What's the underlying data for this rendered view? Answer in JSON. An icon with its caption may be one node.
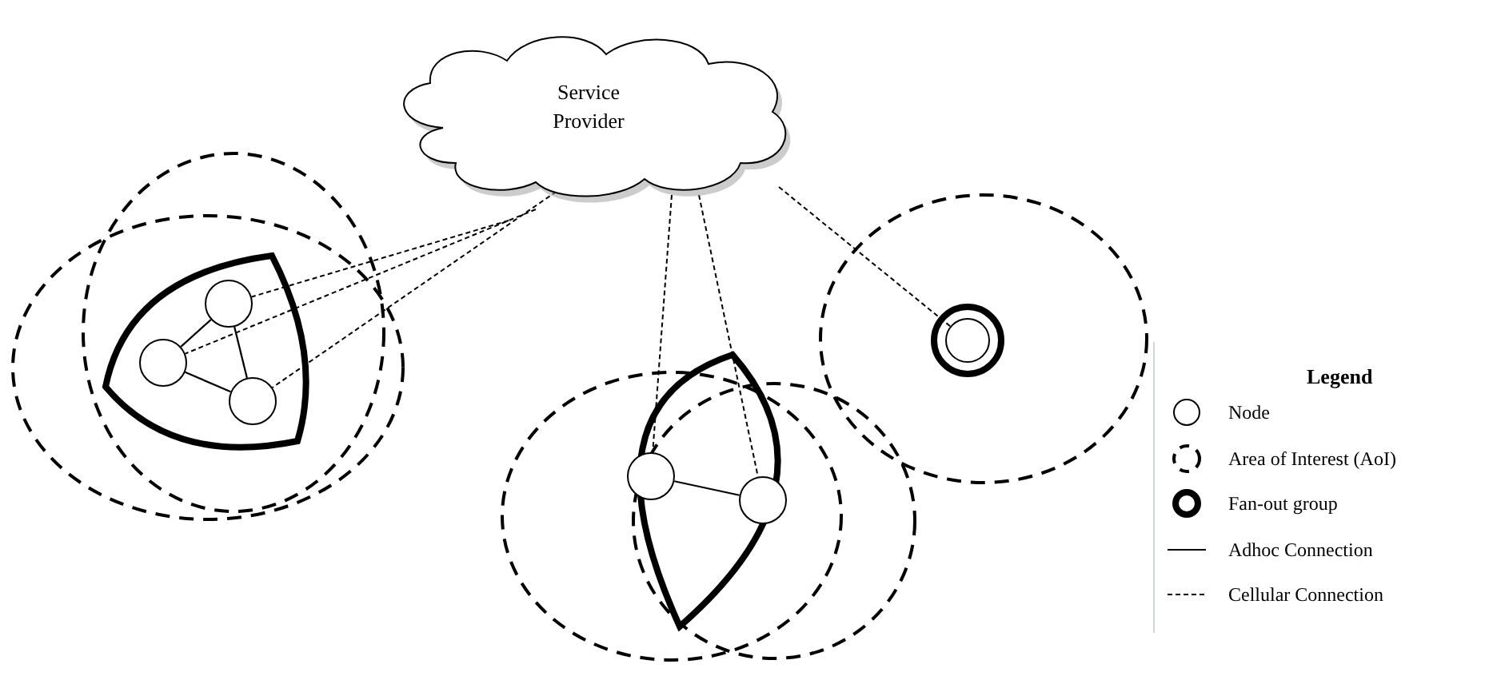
{
  "diagram": {
    "nodes": [
      {
        "text": [
          "Service Provider"
        ]
      },
      {
        "text": [],
        "shape": "circle"
      },
      {
        "text": [],
        "shape": "circle"
      },
      {
        "text": [],
        "shape": "circle"
      },
      {
        "text": [],
        "shape": "circle"
      },
      {
        "text": [],
        "shape": "circle"
      },
      {
        "text": [],
        "shape": "circle"
      }
    ],
    "edges": [
      {
        "from": 1,
        "to": 2,
        "arrow": "none"
      },
      {
        "from": 1,
        "to": 3,
        "arrow": "none"
      },
      {
        "from": 2,
        "to": 3,
        "arrow": "none"
      },
      {
        "from": 4,
        "to": 5,
        "arrow": "none"
      },
      {
        "from": 0,
        "to": 2,
        "arrow": "none",
        "style": "dashed"
      },
      {
        "from": 0,
        "to": 1,
        "arrow": "none",
        "style": "dashed"
      },
      {
        "from": 0,
        "to": 3,
        "arrow": "none",
        "style": "dashed"
      },
      {
        "from": 0,
        "to": 4,
        "arrow": "none",
        "style": "dashed"
      },
      {
        "from": 0,
        "to": 5,
        "arrow": "none",
        "style": "dashed"
      },
      {
        "from": 0,
        "to": 6,
        "arrow": "none",
        "style": "dashed"
      }
    ],
    "labels": [
      "Legend"
    ],
    "legend": [
      {
        "text": "Node"
      },
      {
        "text": "Area of Interest (AoI)"
      },
      {
        "text": "Fan-out group"
      },
      {
        "text": "Adhoc Connection"
      },
      {
        "text": "Cellular Connection"
      }
    ]
  }
}
